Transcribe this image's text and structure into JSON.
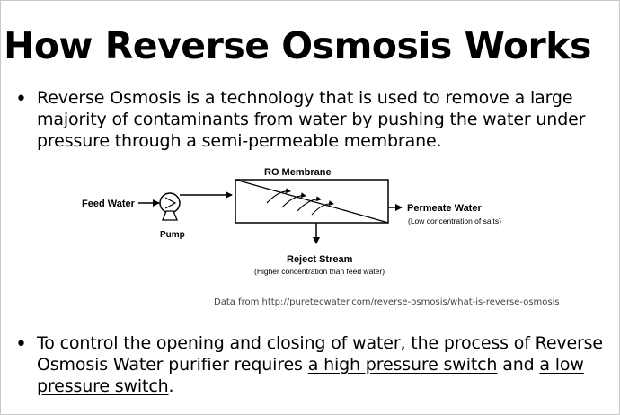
{
  "title": "How Reverse Osmosis Works",
  "bullet1": {
    "line1": "Reverse Osmosis is a technology that is used to remove a large",
    "line2": "majority of contaminants from water by pushing the water under",
    "line3": "pressure through a semi-permeable membrane."
  },
  "diagram": {
    "feed_water": "Feed Water",
    "pump": "Pump",
    "ro_membrane": "RO Membrane",
    "permeate_water": "Permeate Water",
    "permeate_note": "(Low concentration of salts)",
    "reject_stream": "Reject Stream",
    "reject_note": "(Higher concentration than feed water)"
  },
  "credit": "Data from http://puretecwater.com/reverse-osmosis/what-is-reverse-osmosis",
  "bullet2": {
    "line1": "To control the opening and closing of water, the process of Reverse",
    "line2_start": "Osmosis Water purifier requires ",
    "link_high": "a high pressure switch",
    "and_text": " and ",
    "link_low_part1": "a low",
    "link_low_part2": "pressure switch",
    "end": "."
  }
}
